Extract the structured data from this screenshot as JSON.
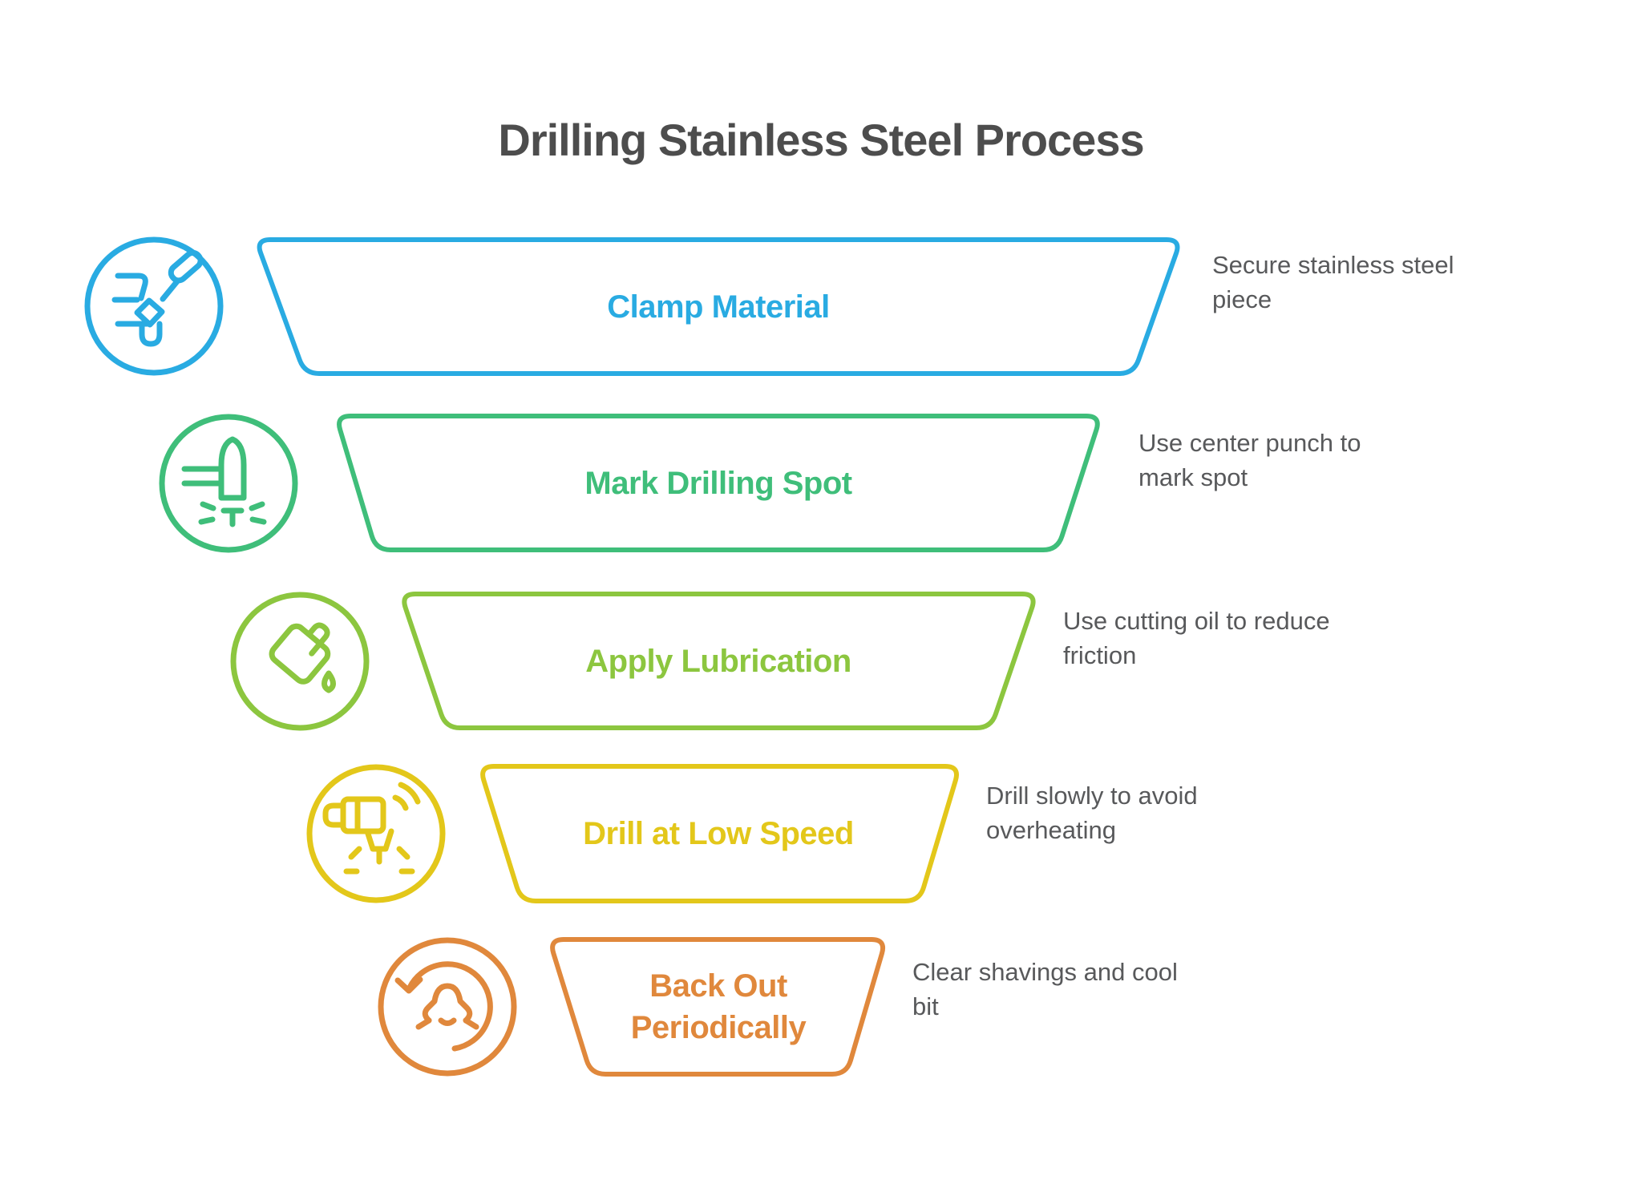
{
  "title": "Drilling Stainless Steel Process",
  "background": "#FFFFFF",
  "text_colors": {
    "title": "#4D4D4D",
    "description": "#58595B"
  },
  "steps": [
    {
      "label": "Clamp Material",
      "desc": "Secure stainless steel piece",
      "color": "#29ABE2",
      "icon": "clamp-icon"
    },
    {
      "label": "Mark Drilling Spot",
      "desc": "Use center punch to mark spot",
      "color": "#3FBE7A",
      "icon": "center-punch-icon"
    },
    {
      "label": "Apply Lubrication",
      "desc": "Use cutting oil to reduce friction",
      "color": "#8CC63F",
      "icon": "oil-can-icon"
    },
    {
      "label": "Drill at Low Speed",
      "desc": "Drill slowly to avoid overheating",
      "color": "#E3C71A",
      "icon": "drill-icon"
    },
    {
      "label": "Back Out Periodically",
      "desc": "Clear shavings and cool bit",
      "color": "#E0883C",
      "icon": "back-out-icon"
    }
  ]
}
